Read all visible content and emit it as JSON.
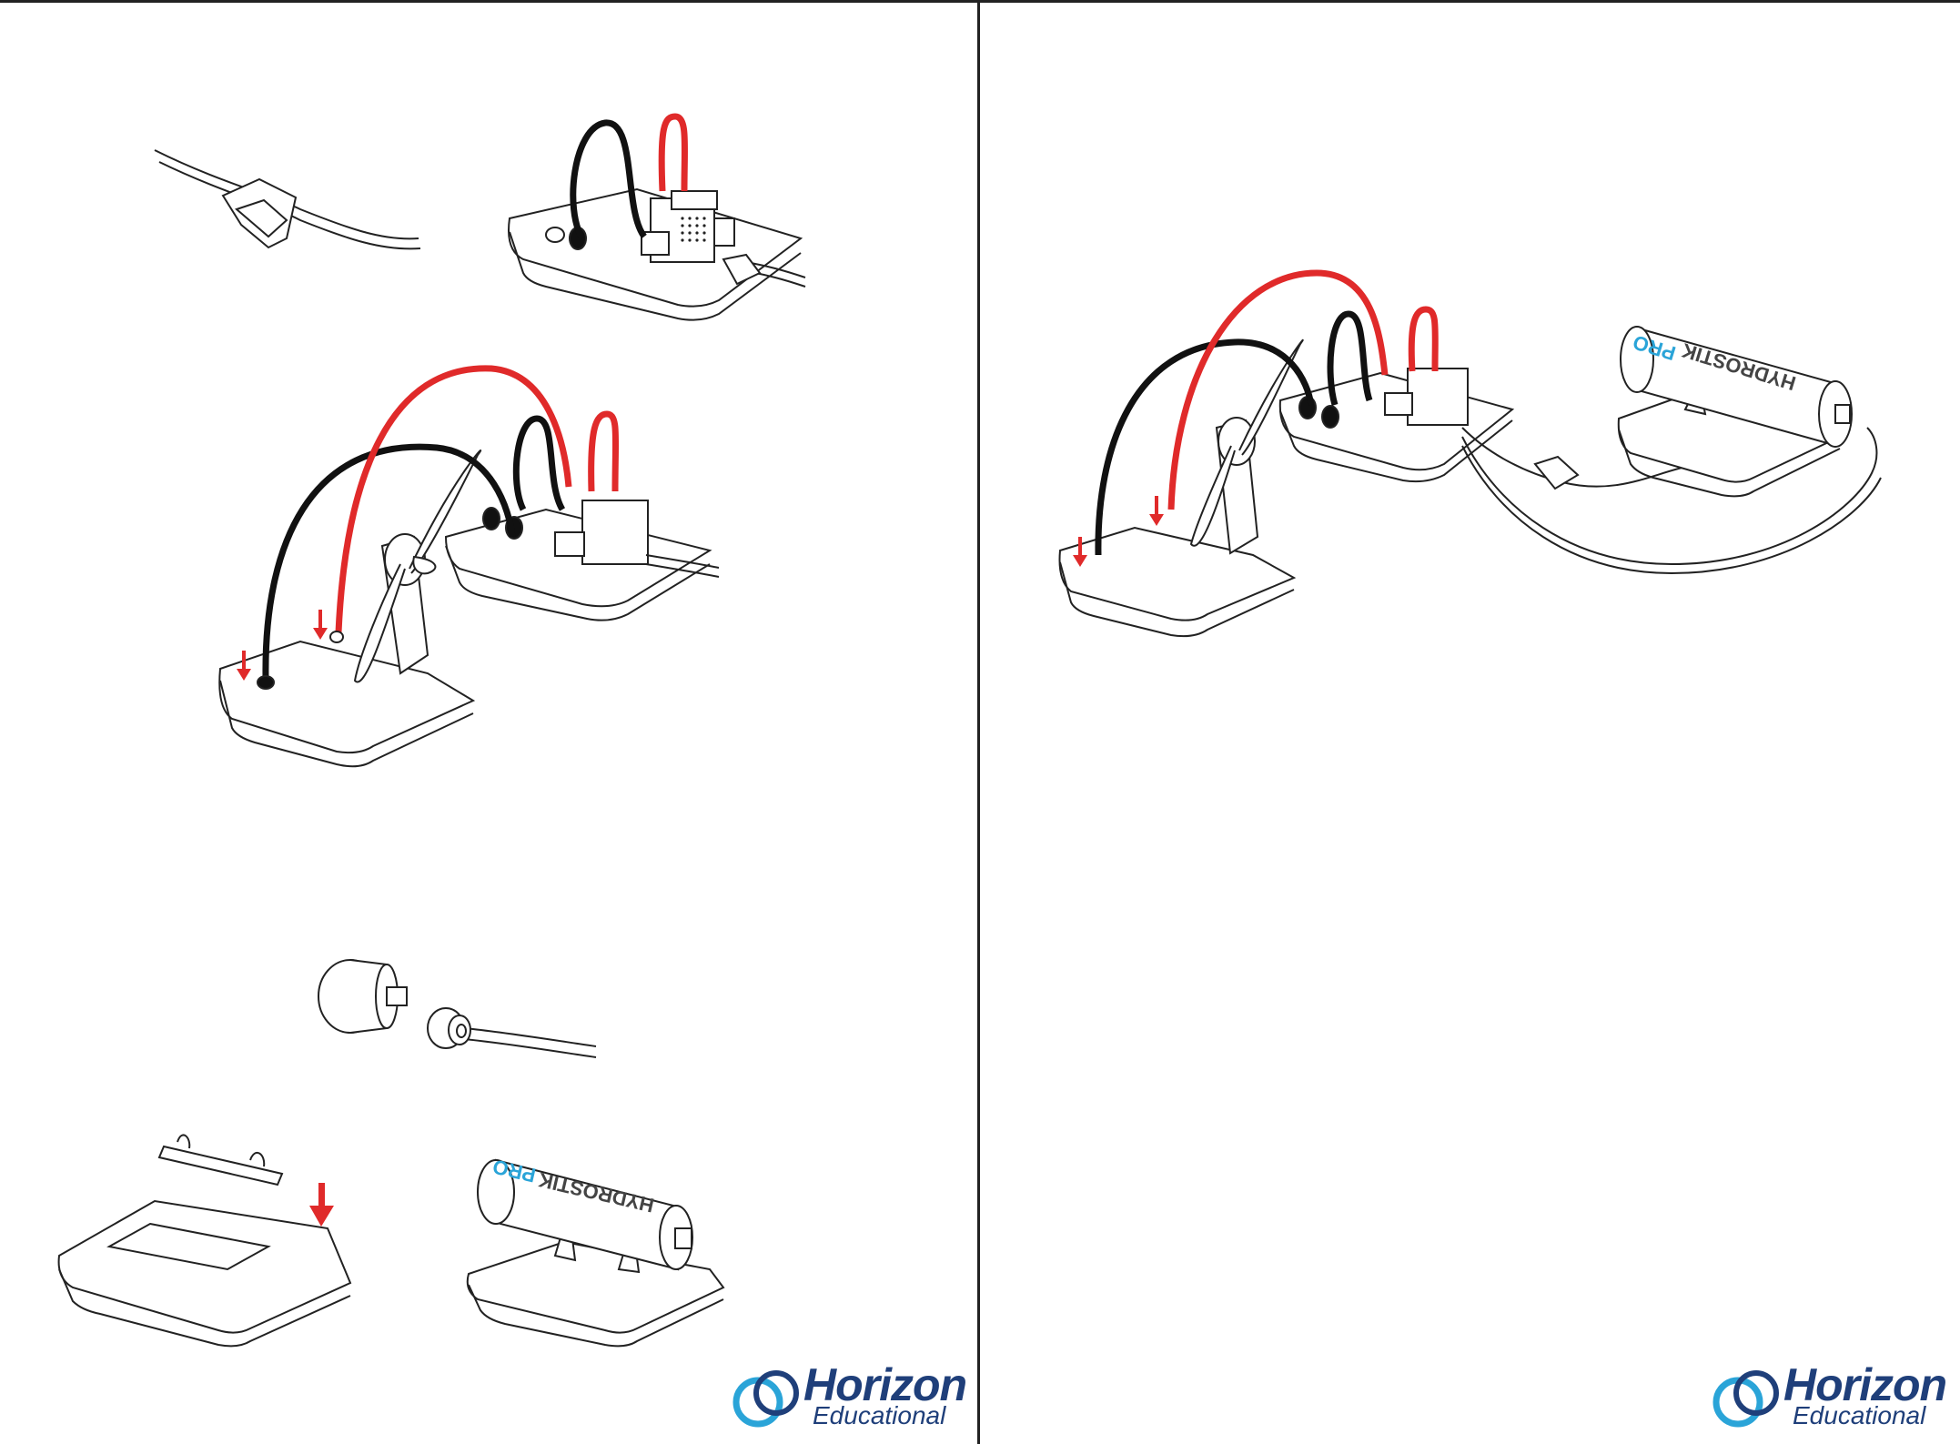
{
  "brand": {
    "name": "Horizon",
    "tagline": "Educational"
  },
  "product_label": {
    "name": "HYDROSTIK",
    "suffix": "PRO"
  },
  "colors": {
    "wire_red": "#e02a2a",
    "wire_black": "#111111",
    "arrow_red": "#e02a2a",
    "brand_blue": "#1f3f7a",
    "logo_cyan": "#2aa4d8",
    "label_cyan": "#2aa4d8",
    "outline": "#222222"
  },
  "icons": [
    "horizon-logo-icon",
    "down-arrow-icon"
  ]
}
